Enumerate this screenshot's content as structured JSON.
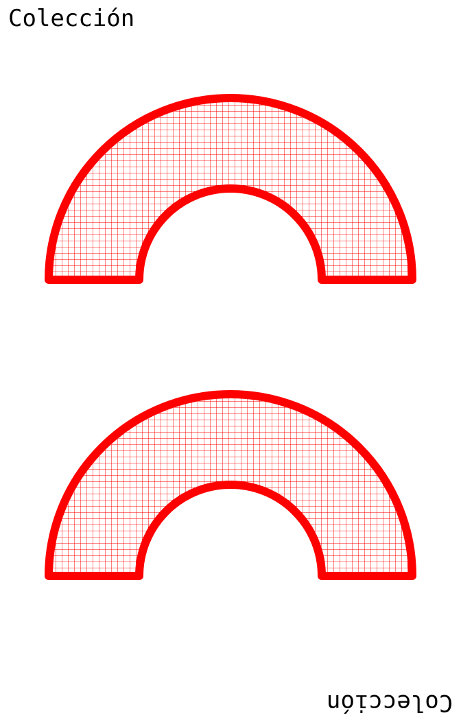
{
  "labels": {
    "top": "Colección",
    "bottom": "Colección"
  },
  "colors": {
    "stroke": "#ff0000",
    "grid": "#ff0000",
    "background": "#ffffff",
    "text": "#000000"
  },
  "shapes": [
    {
      "name": "arch-top",
      "fill": "grid-pattern"
    },
    {
      "name": "arch-bottom",
      "fill": "grid-pattern"
    }
  ]
}
